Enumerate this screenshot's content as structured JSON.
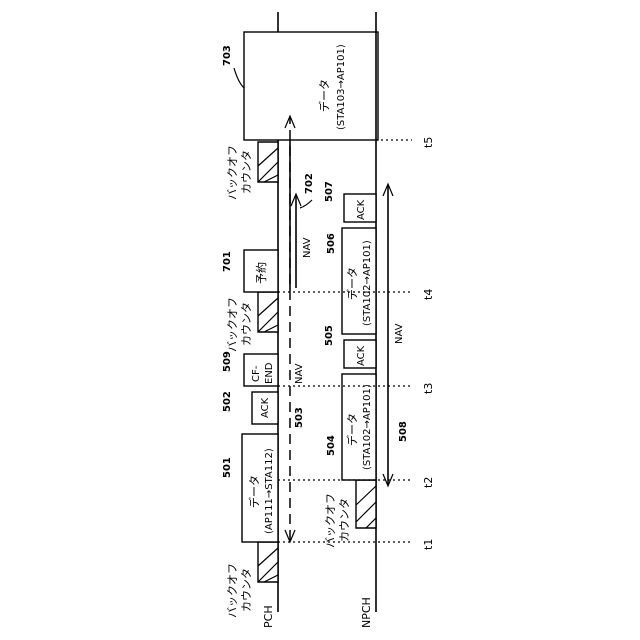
{
  "channels": {
    "pch": "PCH",
    "npch": "NPCH"
  },
  "times": [
    "t1",
    "t2",
    "t3",
    "t4",
    "t5"
  ],
  "backoff": {
    "line1": "バックオフ",
    "line2": "カウンタ"
  },
  "frames": {
    "f501": {
      "id": "501",
      "line1": "データ",
      "line2": "(AP111→STA112)"
    },
    "f502": {
      "id": "502",
      "text": "ACK"
    },
    "f509": {
      "id": "509",
      "line1": "CF-",
      "line2": "END"
    },
    "f701": {
      "id": "701",
      "text": "予約"
    },
    "f703": {
      "id": "703",
      "line1": "データ",
      "line2": "(STA103→AP101)"
    },
    "f504": {
      "id": "504",
      "line1": "データ",
      "line2": "(STA102→AP101)"
    },
    "f505": {
      "id": "505",
      "text": "ACK"
    },
    "f506": {
      "id": "506",
      "line1": "データ",
      "line2": "(STA102→AP101)"
    },
    "f507": {
      "id": "507",
      "text": "ACK"
    }
  },
  "nav": {
    "n503": {
      "id": "503",
      "text": "NAV"
    },
    "n702": {
      "id": "702",
      "text": "NAV"
    },
    "n508": {
      "id": "508",
      "text": "NAV"
    }
  }
}
